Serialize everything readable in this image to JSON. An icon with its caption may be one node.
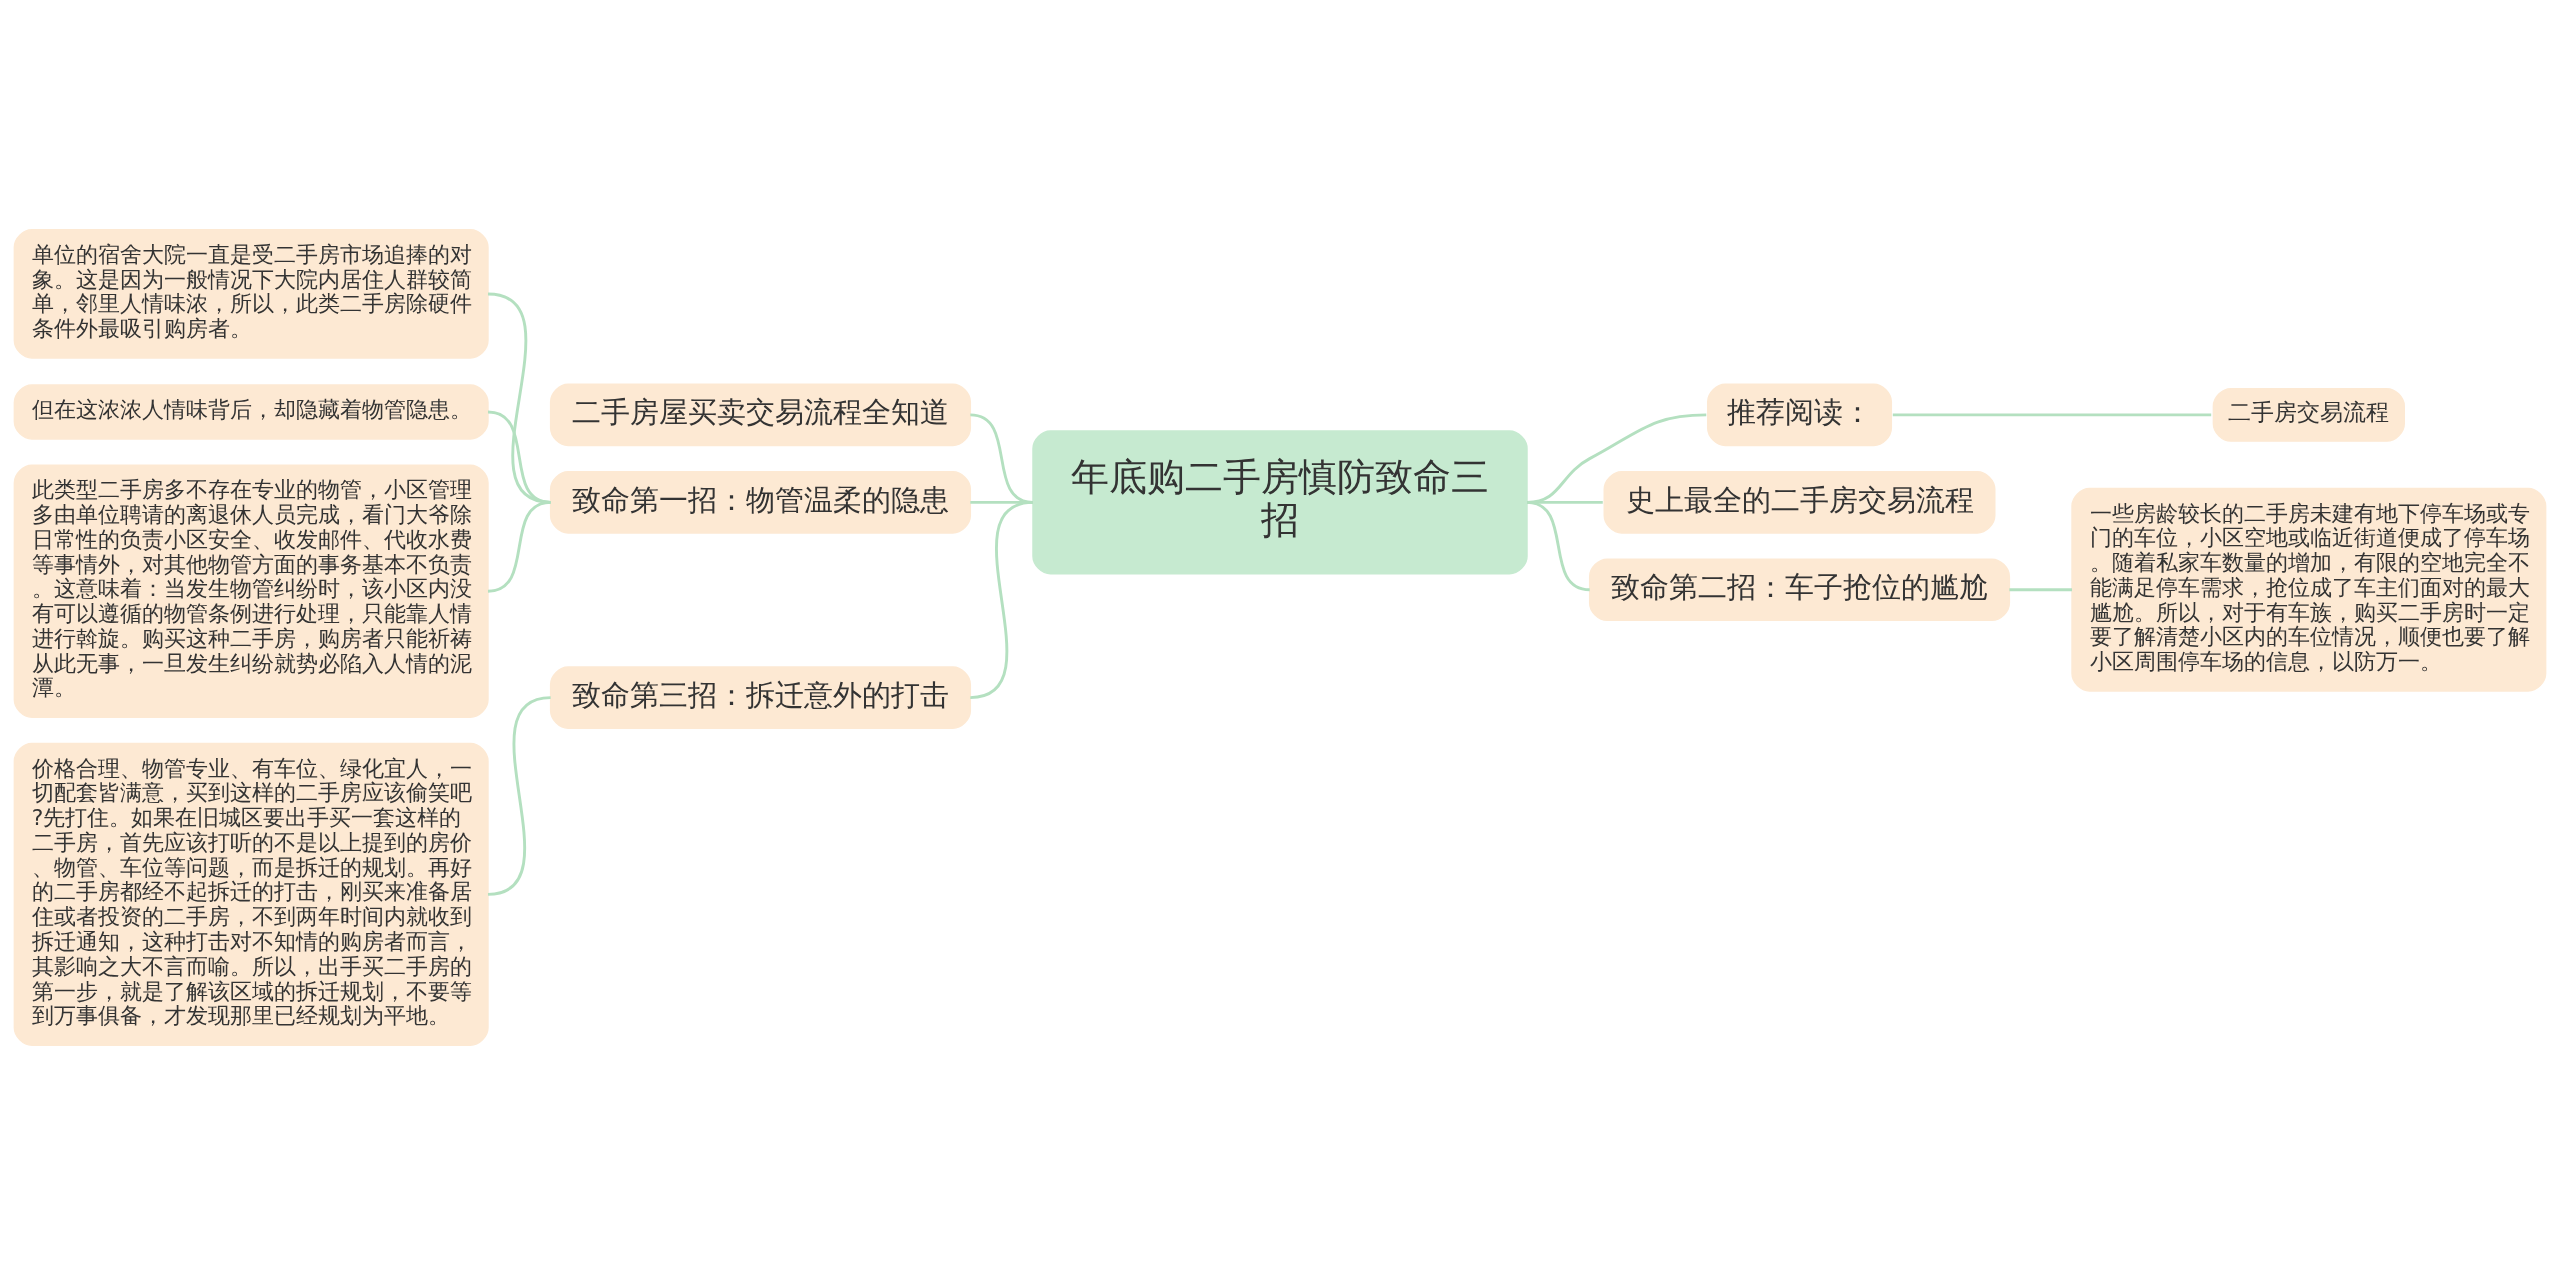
{
  "diagram": {
    "nodes": [
      {
        "text": [
          "年底购二手房慎防致命三招"
        ]
      },
      {
        "text": [
          "二手房屋买卖交易流程全知道"
        ]
      },
      {
        "text": [
          "致命第一招：物管温柔的隐患"
        ]
      },
      {
        "text": [
          "单位的宿舍大院一直是受二手房市场追捧的对象。这是因为一般情况下大院内居住人群较简单，邻里人情味浓，所以，此类二手房除硬件条件外最吸引购房者。"
        ]
      },
      {
        "text": [
          "但在这浓浓人情味背后，却隐藏着物管隐患。"
        ]
      },
      {
        "text": [
          "此类型二手房多不存在专业的物管，小区管理多由单位聘请的离退休人员完成，看门大爷除日常性的负责小区安全、收发邮件、代收水费等事情外，对其他物管方面的事务基本不负责。这意味着：当发生物管纠纷时，该小区内没有可以遵循的物管条例进行处理，只能靠人情进行斡旋。购买这种二手房，购房者只能祈祷从此无事，一旦发生纠纷就势必陷入人情的泥潭。"
        ]
      },
      {
        "text": [
          "致命第三招：拆迁意外的打击"
        ]
      },
      {
        "text": [
          "价格合理、物管专业、有车位、绿化宜人，一切配套皆满意，买到这样的二手房应该偷笑吧?先打住。如果在旧城区要出手买一套这样的二手房，首先应该打听的不是以上提到的房价、物管、车位等问题，而是拆迁的规划。再好的二手房都经不起拆迁的打击，刚买来准备居住或者投资的二手房，不到两年时间内就收到拆迁通知，这种打击对不知情的购房者而言，其影响之大不言而喻。所以，出手买二手房的第一步，就是了解该区域的拆迁规划，不要等到万事俱备，才发现那里已经规划为平地。"
        ]
      },
      {
        "text": [
          "推荐阅读："
        ]
      },
      {
        "text": [
          "二手房交易流程"
        ]
      },
      {
        "text": [
          "史上最全的二手房交易流程"
        ]
      },
      {
        "text": [
          "致命第二招：车子抢位的尴尬"
        ]
      },
      {
        "text": [
          "一些房龄较长的二手房未建有地下停车场或专门的车位，小区空地或临近街道便成了停车场。随着私家车数量的增加，有限的空地完全不能满足停车需求，抢位成了车主们面对的最大尴尬。所以，对于有车族，购买二手房时一定要了解清楚小区内的车位情况，顺便也要了解小区周围停车场的信息，以防万一。"
        ]
      }
    ],
    "edges": [
      {
        "from": 1,
        "to": 0,
        "arrow": "none"
      },
      {
        "from": 2,
        "to": 0,
        "arrow": "none"
      },
      {
        "from": 3,
        "to": 2,
        "arrow": "none"
      },
      {
        "from": 4,
        "to": 2,
        "arrow": "none"
      },
      {
        "from": 5,
        "to": 2,
        "arrow": "none"
      },
      {
        "from": 6,
        "to": 0,
        "arrow": "none"
      },
      {
        "from": 7,
        "to": 6,
        "arrow": "none"
      },
      {
        "from": 0,
        "to": 8,
        "arrow": "none"
      },
      {
        "from": 8,
        "to": 9,
        "arrow": "none"
      },
      {
        "from": 0,
        "to": 10,
        "arrow": "none"
      },
      {
        "from": 0,
        "to": 11,
        "arrow": "none"
      },
      {
        "from": 11,
        "to": 12,
        "arrow": "none"
      }
    ]
  }
}
